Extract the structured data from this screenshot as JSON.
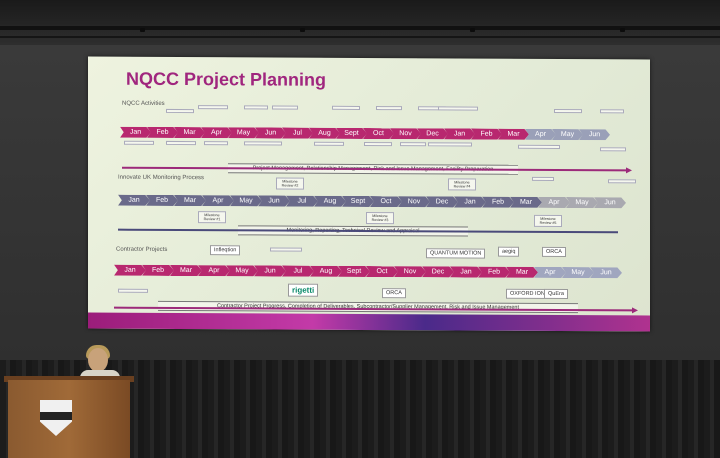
{
  "slide": {
    "title": "NQCC Project Planning",
    "section1_label": "NQCC Activities",
    "section2_label": "Innovate UK Monitoring Process",
    "section3_label": "Contractor Projects",
    "months": [
      "Jan",
      "Feb",
      "Mar",
      "Apr",
      "May",
      "Jun",
      "Jul",
      "Aug",
      "Sept",
      "Oct",
      "Nov",
      "Dec",
      "Jan",
      "Feb",
      "Mar",
      "Apr",
      "May",
      "Jun"
    ],
    "bar1": "Project Management, Relationship Management, Risk and Issue Management, Facility Preparation",
    "bar2": "Monitoring, Reporting, Technical Review and Appraisal",
    "bar3": "Contractor Project Progress, Completion of Deliverables, Subcontractor/Supplier Management, Risk and Issue Management",
    "milestones": {
      "m2": "Milestone Review #2",
      "m1": "Milestone Review #1",
      "m3": "Milestone Review #3",
      "m4": "Milestone Review #4",
      "m5": "Milestone Review #5"
    },
    "logos": {
      "infleqtion": "Infleqtion",
      "quantum_motion": "QUANTUM MOTION",
      "aegiq": "aegiq",
      "orca": "ORCA",
      "rigetti": "rigetti",
      "quera": "QuEra",
      "oxford_ionics": "OXFORD IONICS"
    }
  },
  "colors": {
    "title": "#a0267e",
    "chevron_pink": "#b8286f",
    "chevron_grey": "#6a6a8a",
    "screen_bg": "#e6ecd8"
  }
}
